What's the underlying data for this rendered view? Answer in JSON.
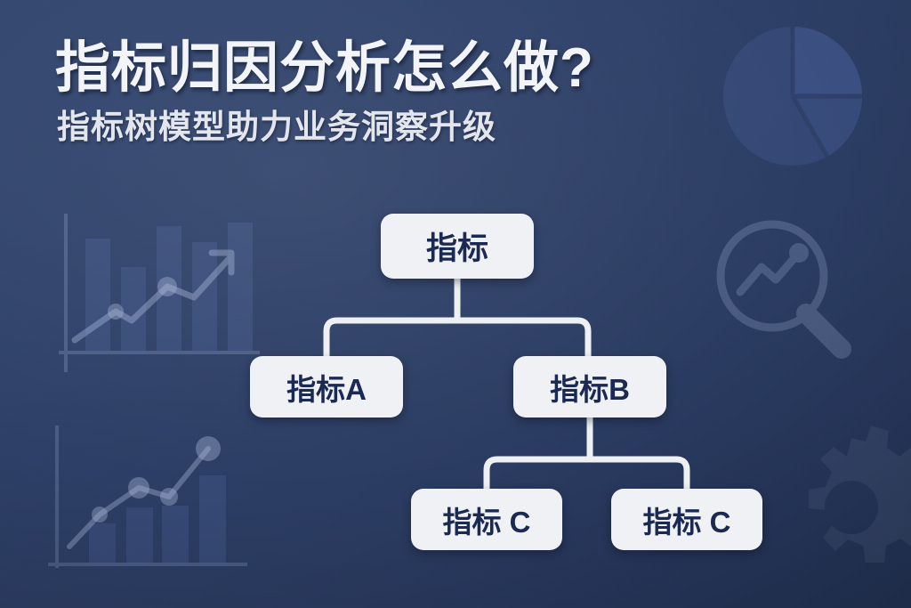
{
  "poster": {
    "title": "指标归因分析怎么做?",
    "subtitle": "指标树模型助力业务洞察升级",
    "colors": {
      "background_top": "#31456f",
      "background_bottom": "#223255",
      "node_fill": "#f0f1f4",
      "node_text": "#1b2a52",
      "connector": "#eef0f3",
      "title_text": "#f3f4f7",
      "subtitle_text": "#e3e6ed"
    }
  },
  "tree": {
    "root": {
      "label": "指标"
    },
    "level2": [
      {
        "label": "指标A"
      },
      {
        "label": "指标B"
      }
    ],
    "level3": [
      {
        "label": "指标 C"
      },
      {
        "label": "指标 C"
      }
    ]
  },
  "decorations": [
    {
      "name": "pie-chart-icon",
      "position": "top-right"
    },
    {
      "name": "bar-chart-trend-arrow-icon",
      "position": "upper-left"
    },
    {
      "name": "bar-chart-line-markers-icon",
      "position": "lower-left"
    },
    {
      "name": "magnifier-line-chart-icon",
      "position": "middle-right"
    },
    {
      "name": "gear-icon",
      "position": "bottom-right"
    }
  ]
}
